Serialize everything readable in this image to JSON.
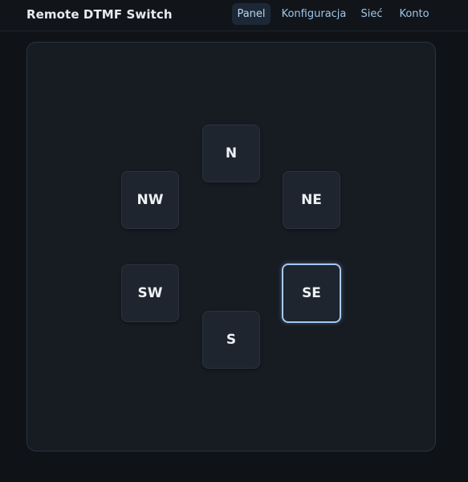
{
  "header": {
    "title": "Remote DTMF Switch",
    "nav": [
      {
        "label": "Panel",
        "active": true
      },
      {
        "label": "Konfiguracja",
        "active": false
      },
      {
        "label": "Sieć",
        "active": false
      },
      {
        "label": "Konto",
        "active": false
      }
    ]
  },
  "panel": {
    "buttons": {
      "n": "N",
      "nw": "NW",
      "ne": "NE",
      "sw": "SW",
      "se": "SE",
      "s": "S"
    },
    "selected": "SE"
  },
  "colors": {
    "background": "#0f1318",
    "card": "#171c23",
    "button": "#1e252e",
    "accent": "#a6c8ee",
    "nav_text": "#9fc4ea"
  },
  "icons": {
    "cursor": "mouse-pointer-icon"
  }
}
